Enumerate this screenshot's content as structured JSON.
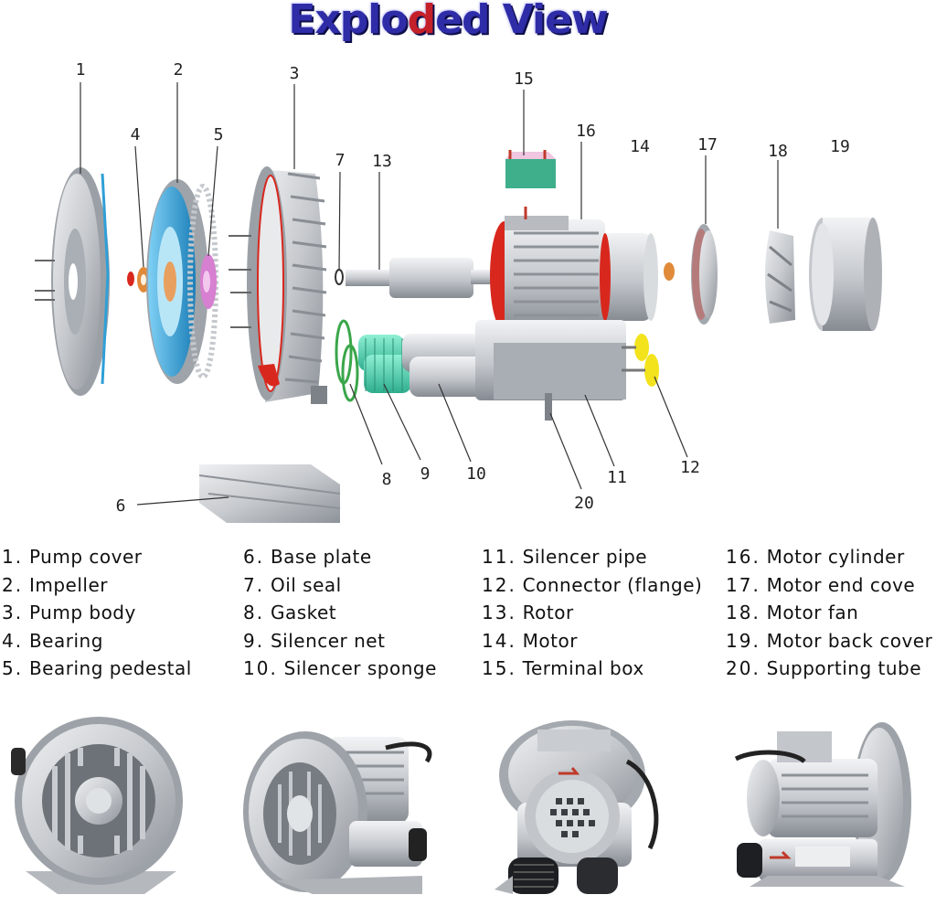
{
  "title": {
    "before": "Explo",
    "highlight": "d",
    "after": "ed View"
  },
  "callouts": [
    {
      "id": "1",
      "label": "1"
    },
    {
      "id": "2",
      "label": "2"
    },
    {
      "id": "3",
      "label": "3"
    },
    {
      "id": "4",
      "label": "4"
    },
    {
      "id": "5",
      "label": "5"
    },
    {
      "id": "6",
      "label": "6"
    },
    {
      "id": "7",
      "label": "7"
    },
    {
      "id": "8",
      "label": "8"
    },
    {
      "id": "9",
      "label": "9"
    },
    {
      "id": "10",
      "label": "10"
    },
    {
      "id": "11",
      "label": "11"
    },
    {
      "id": "12",
      "label": "12"
    },
    {
      "id": "13",
      "label": "13"
    },
    {
      "id": "14",
      "label": "14"
    },
    {
      "id": "15",
      "label": "15"
    },
    {
      "id": "16",
      "label": "16"
    },
    {
      "id": "17",
      "label": "17"
    },
    {
      "id": "18",
      "label": "18"
    },
    {
      "id": "19",
      "label": "19"
    },
    {
      "id": "20",
      "label": "20"
    }
  ],
  "legend": [
    [
      {
        "num": "1.",
        "text": "Pump cover"
      },
      {
        "num": "2.",
        "text": "Impeller"
      },
      {
        "num": "3.",
        "text": "Pump body"
      },
      {
        "num": "4.",
        "text": "Bearing"
      },
      {
        "num": "5.",
        "text": "Bearing pedestal"
      }
    ],
    [
      {
        "num": "6.",
        "text": "Base plate"
      },
      {
        "num": "7.",
        "text": "Oil seal"
      },
      {
        "num": "8.",
        "text": "Gasket"
      },
      {
        "num": "9.",
        "text": "Silencer net"
      },
      {
        "num": "10.",
        "text": "Silencer sponge"
      }
    ],
    [
      {
        "num": "11.",
        "text": "Silencer pipe"
      },
      {
        "num": "12.",
        "text": "Connector (flange)"
      },
      {
        "num": "13.",
        "text": "Rotor"
      },
      {
        "num": "14.",
        "text": "Motor"
      },
      {
        "num": "15.",
        "text": "Terminal box"
      }
    ],
    [
      {
        "num": "16.",
        "text": "Motor cylinder"
      },
      {
        "num": "17.",
        "text": "Motor end cove"
      },
      {
        "num": "18.",
        "text": "Motor fan"
      },
      {
        "num": "19.",
        "text": "Motor back cover"
      },
      {
        "num": "20.",
        "text": "Supporting tube"
      }
    ]
  ],
  "colors": {
    "metal": "#c9ccd0",
    "metal_dark": "#8f949a",
    "impeller_blue": "#2f9fd6",
    "seal_red": "#d8281e",
    "bearing_orange": "#e08a3a",
    "pedestal_pink": "#d77fd0",
    "terminal_green": "#3fae8a",
    "gasket_green": "#3aa64a",
    "silencer_teal": "#4fd0b0",
    "flange_yellow": "#f2e31c"
  }
}
